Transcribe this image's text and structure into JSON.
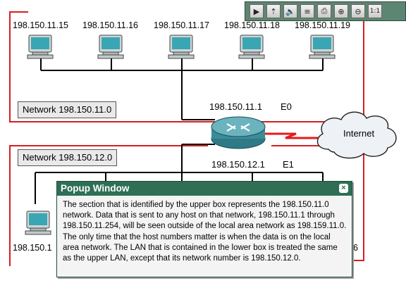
{
  "toolbar": {
    "buttons": [
      {
        "name": "play-icon",
        "glyph": "▶"
      },
      {
        "name": "bookmark-icon",
        "glyph": "⇡"
      },
      {
        "name": "speaker-icon",
        "glyph": "🔈"
      },
      {
        "name": "text-icon",
        "glyph": "≡"
      },
      {
        "name": "print-icon",
        "glyph": "⎙"
      },
      {
        "name": "zoom-in-icon",
        "glyph": "⊕"
      },
      {
        "name": "zoom-out-icon",
        "glyph": "⊖"
      },
      {
        "name": "actual-size-icon",
        "glyph": "1:1"
      }
    ]
  },
  "hosts_top": [
    "198.150.11.15",
    "198.150.11.16",
    "198.150.11.17",
    "198.150.11.18",
    "198.150.11.19"
  ],
  "hosts_bottom": [
    "198.150.1",
    "6"
  ],
  "network_top": "Network 198.150.11.0",
  "network_bottom": "Network 198.150.12.0",
  "router": {
    "e0_ip": "198.150.11.1",
    "e0_label": "E0",
    "e1_ip": "198.150.12.1",
    "e1_label": "E1"
  },
  "internet_label": "Internet",
  "popup": {
    "title": "Popup Window",
    "close_glyph": "×",
    "body": "The section that is identified by the upper box represents the 198.150.11.0 network. Data that is sent to any host on that network, 198.150.11.1 through 198.150.11.254, will be seen outside of the local area network as 198.159.11.0. The only time that the host numbers matter is when the data is on the local area network. The LAN that is contained in the lower box is treated the same as the upper LAN, except that its network number is 198.150.12.0."
  },
  "colors": {
    "network_border": "#d81e1e",
    "popup_header": "#2e6f55",
    "toolbar": "#5d8672"
  }
}
